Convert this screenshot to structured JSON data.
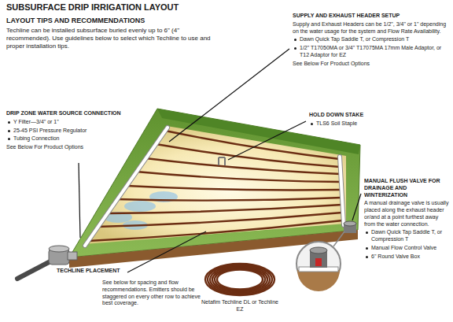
{
  "diagram": {
    "title": "SUBSURFACE DRIP IRRIGATION LAYOUT",
    "labels": [
      "LAYOUT TIPS AND RECOMMENDATIONS",
      "Techline can be installed subsurface buried evenly up to 6\" (4\" recommended). Use guidelines below to select which Techline to use and proper installation tips.",
      "SUPPLY AND EXHAUST HEADER SETUP",
      "Supply and Exhaust Headers can be 1/2\", 3/4\" or 1\" depending on the water usage for the system and Flow Rate Availability.",
      "Dawn Quick Tap Saddle T, or Compression T",
      "1/2\" T17050MA or 3/4\" T17075MA 17mm Male Adaptor, or T12 Adaptor for EZ",
      "See Below For Product Options",
      "DRIP ZONE WATER SOURCE CONNECTION",
      "Y Filter—3/4\" or 1\"",
      "25-45 PSI Pressure Regulator",
      "Tubing Connection",
      "See Below For Product Options",
      "HOLD DOWN STAKE",
      "TLS6 Soil Staple",
      "MANUAL FLUSH VALVE FOR DRAINAGE AND WINTERIZATION",
      "A manual drainage valve is usually placed along the exhaust header or/and at a point furthest away from the water connection.",
      "Dawn Quick Tap Saddle T, or Compression T",
      "Manual Flow Control Valve",
      "6\" Round Valve Box",
      "TECHLINE PLACEMENT",
      "See below for spacing and flow recommendations. Emitters should be staggered on every other row to achieve best coverage.",
      "Netafim Techline DL or Techline EZ"
    ]
  }
}
